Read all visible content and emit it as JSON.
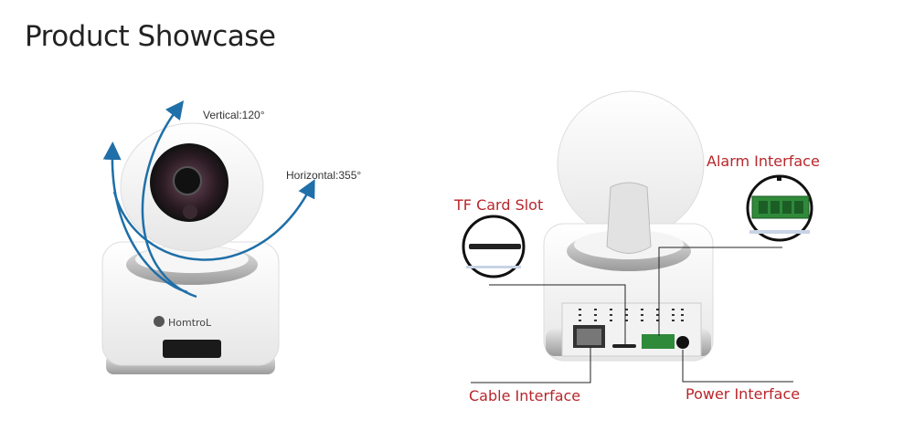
{
  "title": "Product Showcase",
  "front_view": {
    "brand": "HomtroL",
    "vertical_label": "Vertical:120°",
    "horizontal_label": "Horizontal:355°",
    "arrow_color": "#1f6fa8"
  },
  "back_view": {
    "label_color": "#b8262b",
    "labels": {
      "alarm": "Alarm Interface",
      "tf_card": "TF Card Slot",
      "cable": "Cable Interface",
      "power": "Power Interface"
    }
  }
}
